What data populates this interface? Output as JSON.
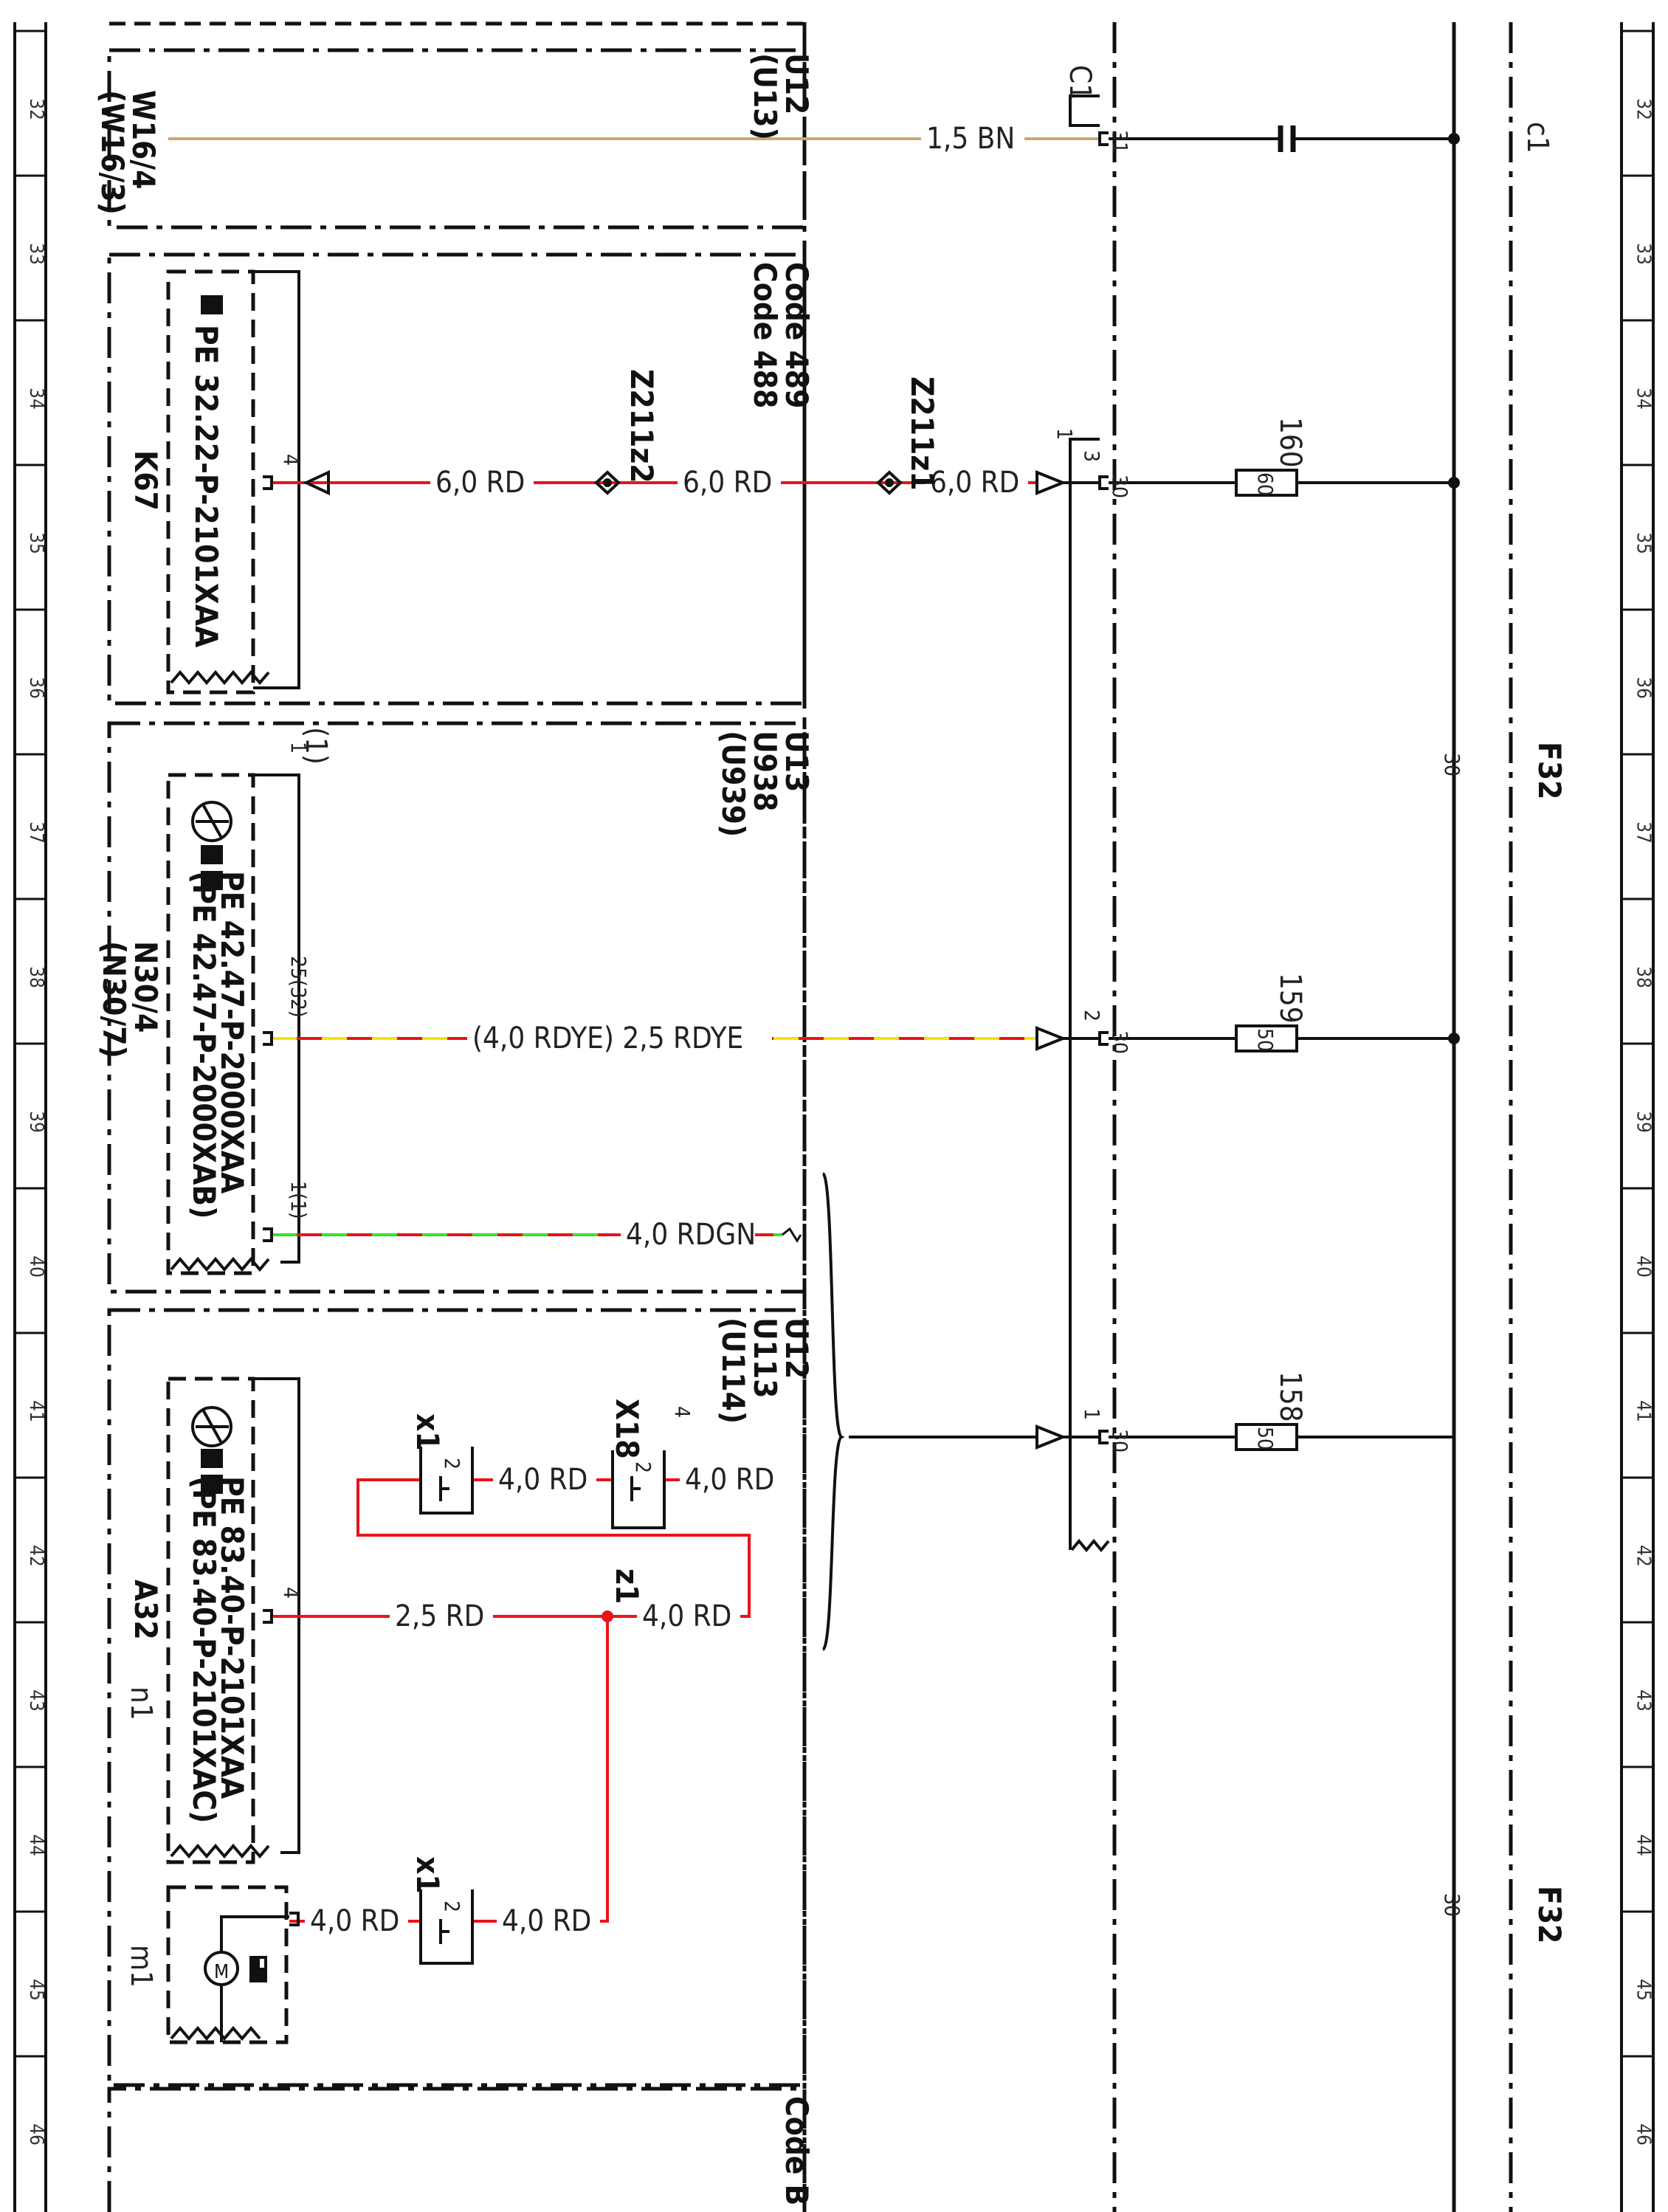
{
  "grid": {
    "rows": [
      {
        "n": "32"
      },
      {
        "n": "33"
      },
      {
        "n": "34"
      },
      {
        "n": "35"
      },
      {
        "n": "36"
      },
      {
        "n": "37"
      },
      {
        "n": "38"
      },
      {
        "n": "39"
      },
      {
        "n": "40"
      },
      {
        "n": "41"
      },
      {
        "n": "42"
      },
      {
        "n": "43"
      },
      {
        "n": "44"
      },
      {
        "n": "45"
      },
      {
        "n": "46"
      }
    ]
  },
  "colors": {
    "red": "#e8141a",
    "brown": "#c8a878",
    "yellow": "#f2e600",
    "green": "#36e036",
    "black": "#111111"
  },
  "modules": {
    "w16": {
      "id": "W16/4",
      "alt": "(W16/3)",
      "code1": "U12",
      "code2": "(U13)"
    },
    "k67": {
      "id": "K67",
      "ref": "PE 32.22-P-2101XAA",
      "code1": "Code 489",
      "code2": "Code 488"
    },
    "n30": {
      "id": "N30/4",
      "alt": "(N30/7)",
      "ref1": "PE 42.47-P-2000XAA",
      "ref2": "(PE 42.47-P-2000XAB)",
      "code1": "U13",
      "code2": "U938",
      "code3": "(U939)"
    },
    "a32": {
      "id": "A32",
      "sub": "n1",
      "ref1": "PE 83.40-P-2101XAA",
      "ref2": "(PE 83.40-P-2101XAC)",
      "code1": "U12",
      "code2": "U113",
      "code3": "(U114)"
    },
    "m1": {
      "id": "m1"
    },
    "bottom": {
      "code": "Code B"
    }
  },
  "fuses": {
    "f160": {
      "no": "160",
      "amp": "60"
    },
    "f159": {
      "no": "159",
      "amp": "50"
    },
    "f158": {
      "no": "158",
      "amp": "50"
    }
  },
  "connectors": {
    "c1": "C1",
    "c1_right": "c1",
    "x18": "X18",
    "x1a": "x1",
    "x1b": "x1",
    "z1": "z1",
    "z211z1": "Z211z1",
    "z211z2": "Z211z2",
    "f32_top": "F32",
    "f32_bottom": "F32"
  },
  "pins": {
    "p31": "31",
    "p30a": "30",
    "p30b": "30",
    "p30c": "30",
    "pin_1_top": "1",
    "pin_3": "3",
    "pin_2": "2",
    "pin_1_bot": "1",
    "k67_pin": "4",
    "n30_pin_top": "1",
    "n30_pin_top_alt": "(1)",
    "n30_pin_mid": "25(32)",
    "n30_pin_low": "1(1)",
    "a32_pin": "4",
    "x18_pin": "4",
    "x18_2": "2",
    "x1a_2": "2",
    "x1b_2": "2",
    "bus30_top": "30",
    "bus30_bot": "30"
  },
  "wires": {
    "w1": "1,5 BN",
    "w2": "6,0 RD",
    "w3": "6,0 RD",
    "w4": "6,0 RD",
    "w5": "(4,0 RDYE) 2,5 RDYE",
    "w6": "4,0 RDGN",
    "w7": "4,0 RD",
    "w8": "4,0 RD",
    "w9": "2,5 RD",
    "w10": "4,0 RD",
    "w11": "4,0 RD",
    "w12": "4,0 RD"
  }
}
